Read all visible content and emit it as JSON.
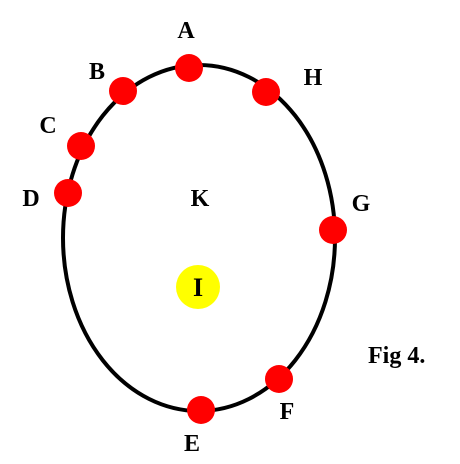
{
  "diagram": {
    "orbit": {
      "stroke_color": "#000000"
    },
    "points": [
      {
        "id": "A",
        "label": "A",
        "color": "#ff0000"
      },
      {
        "id": "B",
        "label": "B",
        "color": "#ff0000"
      },
      {
        "id": "C",
        "label": "C",
        "color": "#ff0000"
      },
      {
        "id": "D",
        "label": "D",
        "color": "#ff0000"
      },
      {
        "id": "E",
        "label": "E",
        "color": "#ff0000"
      },
      {
        "id": "F",
        "label": "F",
        "color": "#ff0000"
      },
      {
        "id": "G",
        "label": "G",
        "color": "#ff0000"
      },
      {
        "id": "H",
        "label": "H",
        "color": "#ff0000"
      }
    ],
    "focus": {
      "label": "I",
      "color": "#ffff00"
    },
    "center": {
      "label": "K"
    },
    "caption": "Fig 4."
  }
}
